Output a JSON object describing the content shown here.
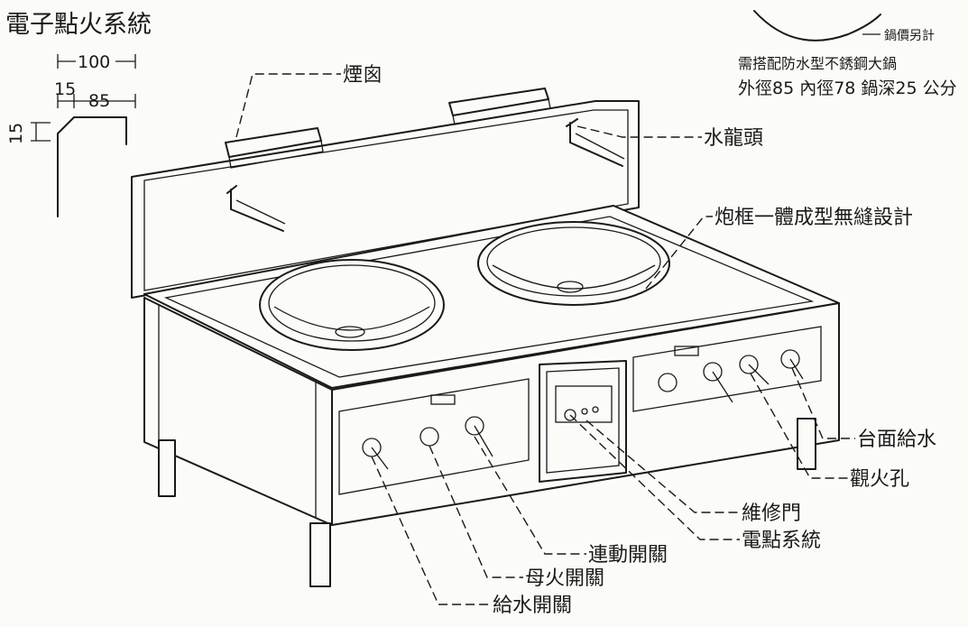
{
  "title": "電子點火系統",
  "dimensions": {
    "outer_width": "100",
    "left_offset": "15",
    "inner_width": "85",
    "height_side": "15"
  },
  "wok_note": {
    "label": "鍋價另計",
    "line1": "需搭配防水型不銹鋼大鍋",
    "line2": "外徑85 內徑78 鍋深25 公分"
  },
  "callouts": {
    "chimney": "煙囪",
    "faucet": "水龍頭",
    "frame": "炮框一體成型無縫設計",
    "counter_water": "台面給水",
    "peephole": "觀火孔",
    "service_door": "維修門",
    "ignition_system": "電點系統",
    "linked_switch": "連動開關",
    "pilot_switch": "母火開關",
    "water_switch": "給水開關"
  }
}
